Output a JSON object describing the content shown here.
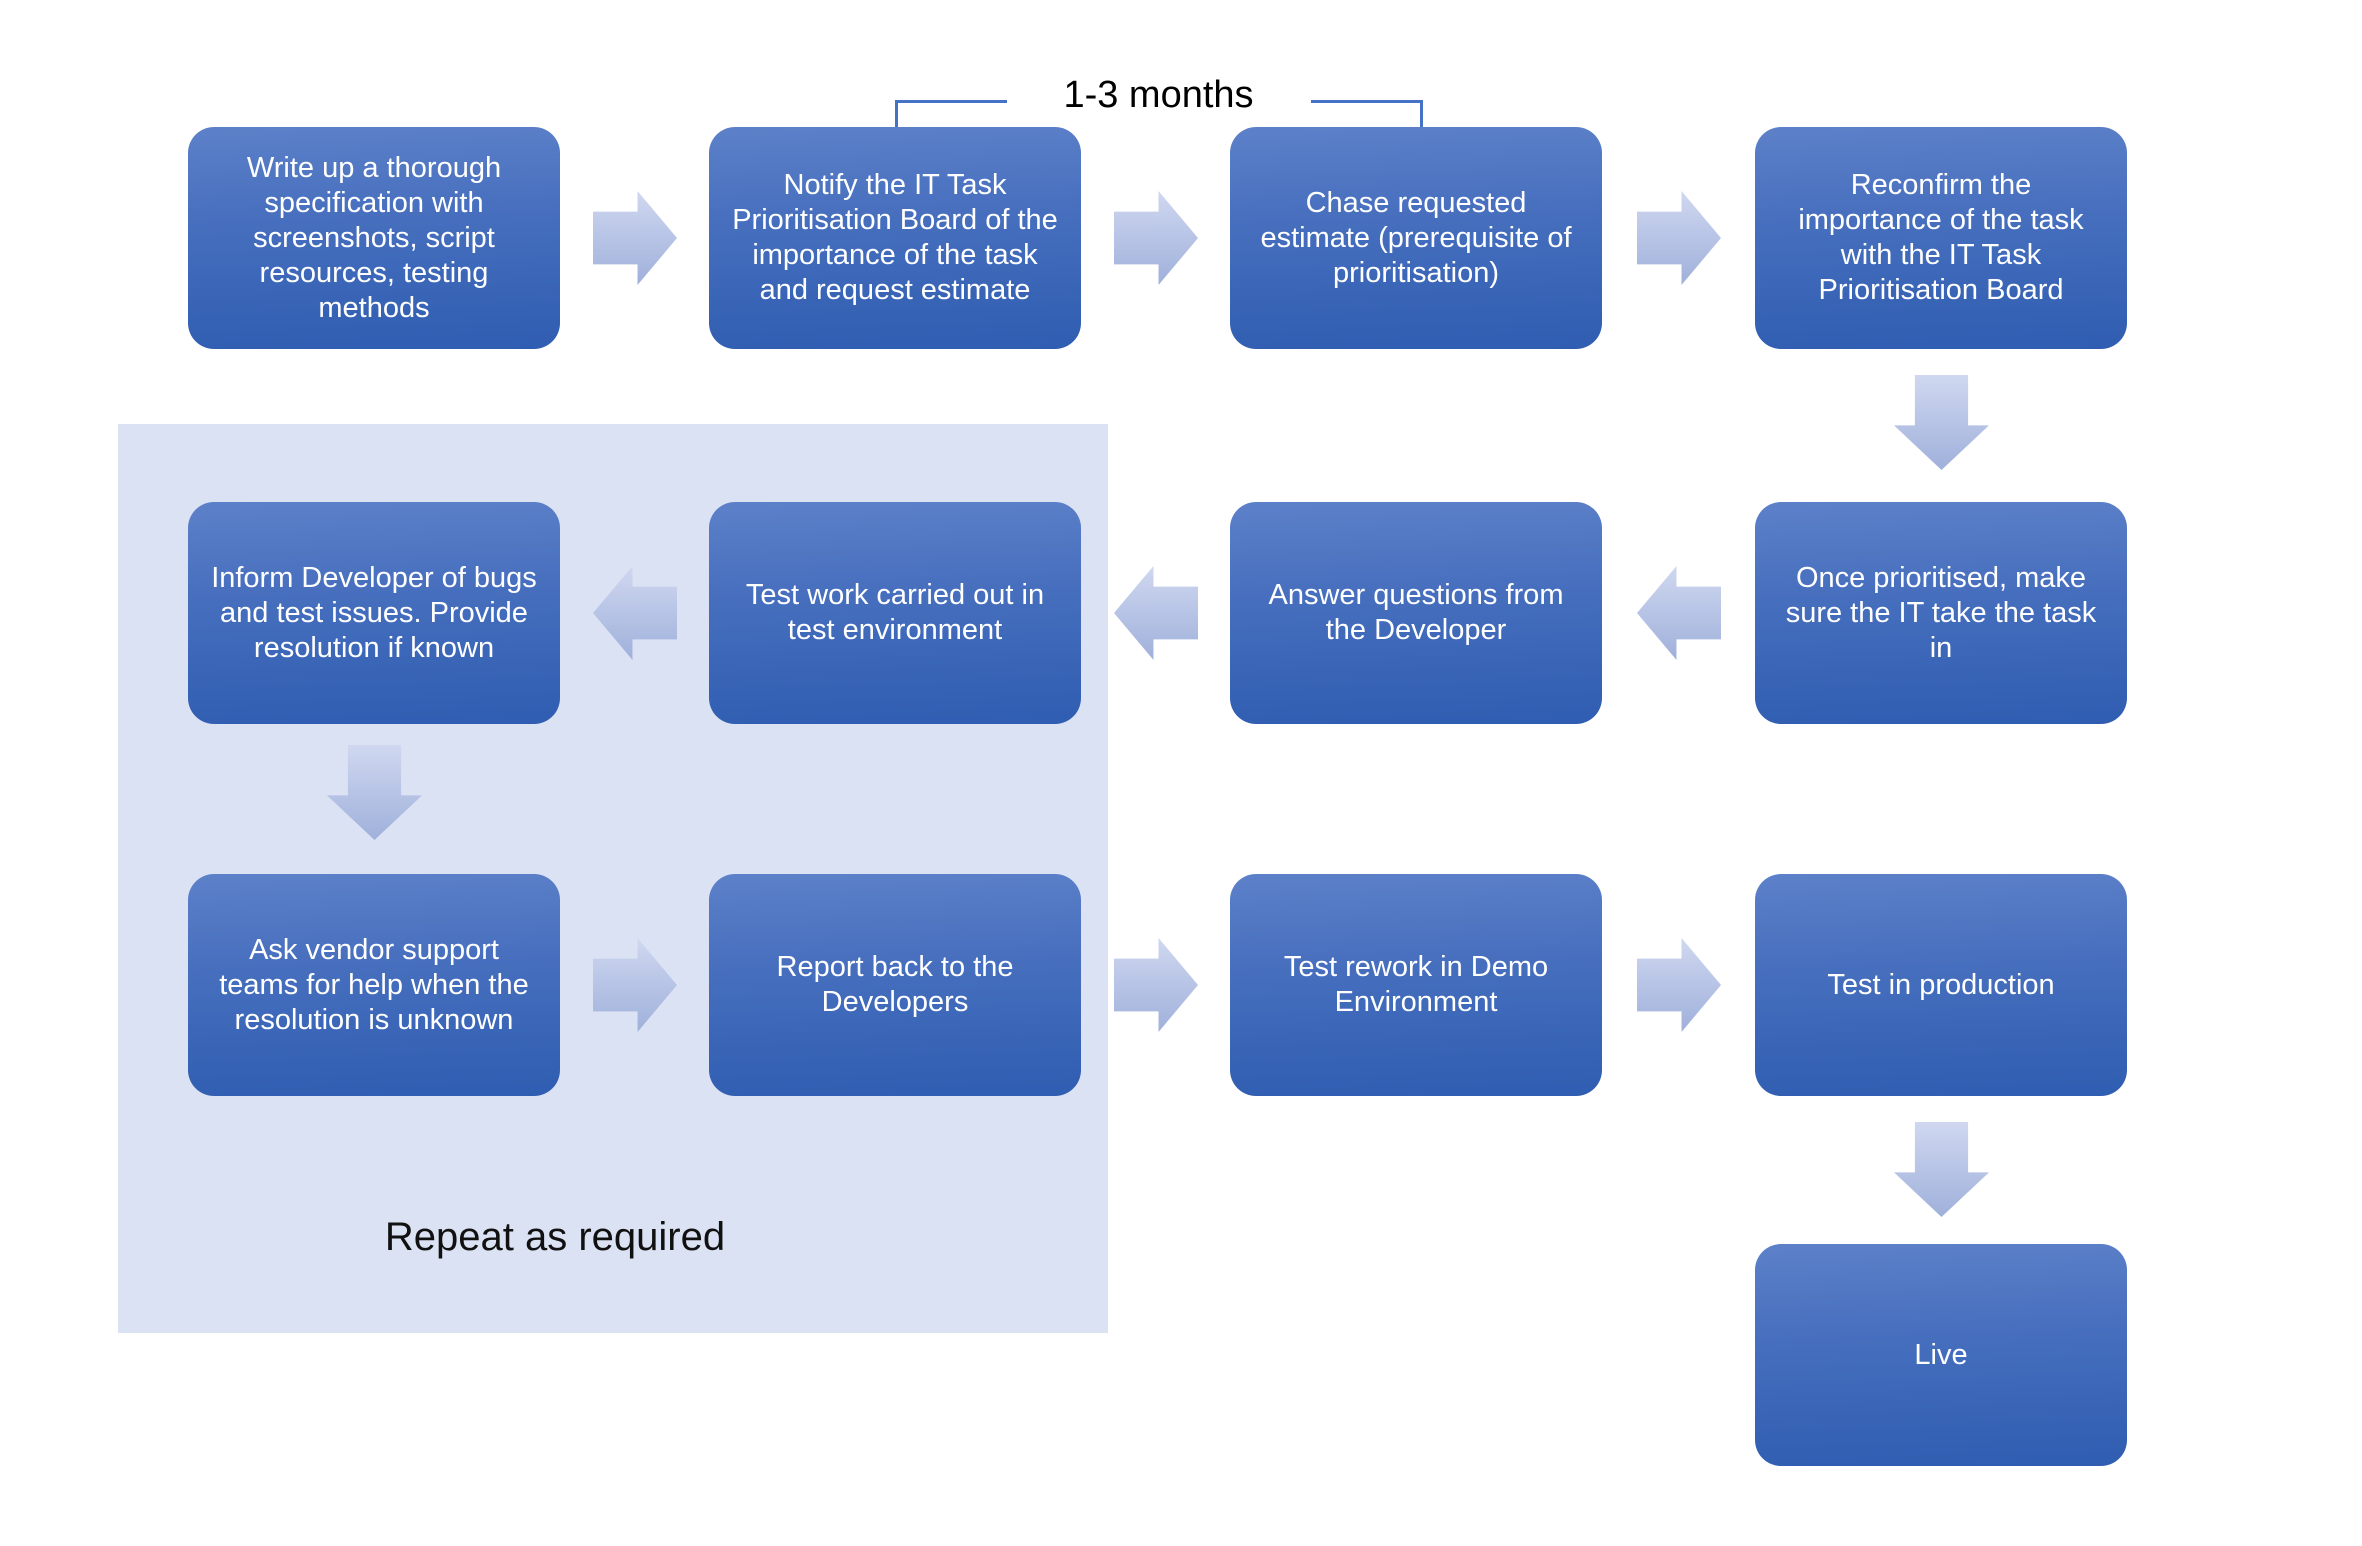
{
  "colors": {
    "node_gradient_top": "#5d81c9",
    "node_gradient_bottom": "#2f5db1",
    "node_text": "#ffffff",
    "arrow_gradient_top": "#d0d8f0",
    "arrow_gradient_bottom": "#9fb0da",
    "repeat_panel_background": "#dbe2f3",
    "bracket_line": "#4472c4",
    "label_text": "#000000",
    "page_background": "#ffffff"
  },
  "annotation": {
    "duration_label": "1-3 months",
    "applies_between": [
      "notify-board",
      "chase-estimate"
    ]
  },
  "panel": {
    "label": "Repeat as required",
    "contains": [
      "inform-developer",
      "test-work",
      "ask-vendor",
      "report-back"
    ]
  },
  "boxes": [
    {
      "id": "write-spec",
      "text": "Write up a thorough specification with screenshots, script resources, testing methods"
    },
    {
      "id": "notify-board",
      "text": "Notify the IT Task Prioritisation Board of the importance of the task and request estimate"
    },
    {
      "id": "chase-estimate",
      "text": "Chase requested estimate (prerequisite of prioritisation)"
    },
    {
      "id": "reconfirm-importance",
      "text": "Reconfirm the importance of the task with the IT Task Prioritisation Board"
    },
    {
      "id": "once-prioritised",
      "text": "Once prioritised, make sure the IT take the task in"
    },
    {
      "id": "answer-questions",
      "text": "Answer questions from the Developer"
    },
    {
      "id": "test-work",
      "text": "Test work carried out in test environment"
    },
    {
      "id": "inform-developer",
      "text": "Inform Developer of bugs and test issues. Provide resolution if known"
    },
    {
      "id": "ask-vendor",
      "text": "Ask vendor support teams for help when the resolution is unknown"
    },
    {
      "id": "report-back",
      "text": "Report back to the Developers"
    },
    {
      "id": "test-rework",
      "text": "Test rework in Demo Environment"
    },
    {
      "id": "test-production",
      "text": "Test in production"
    },
    {
      "id": "live",
      "text": "Live"
    }
  ],
  "edges": [
    {
      "from": "write-spec",
      "to": "notify-board",
      "direction": "right"
    },
    {
      "from": "notify-board",
      "to": "chase-estimate",
      "direction": "right"
    },
    {
      "from": "chase-estimate",
      "to": "reconfirm-importance",
      "direction": "right"
    },
    {
      "from": "reconfirm-importance",
      "to": "once-prioritised",
      "direction": "down"
    },
    {
      "from": "once-prioritised",
      "to": "answer-questions",
      "direction": "left"
    },
    {
      "from": "answer-questions",
      "to": "test-work",
      "direction": "left"
    },
    {
      "from": "test-work",
      "to": "inform-developer",
      "direction": "left"
    },
    {
      "from": "inform-developer",
      "to": "ask-vendor",
      "direction": "down"
    },
    {
      "from": "ask-vendor",
      "to": "report-back",
      "direction": "right"
    },
    {
      "from": "report-back",
      "to": "test-rework",
      "direction": "right"
    },
    {
      "from": "test-rework",
      "to": "test-production",
      "direction": "right"
    },
    {
      "from": "test-production",
      "to": "live",
      "direction": "down"
    }
  ]
}
